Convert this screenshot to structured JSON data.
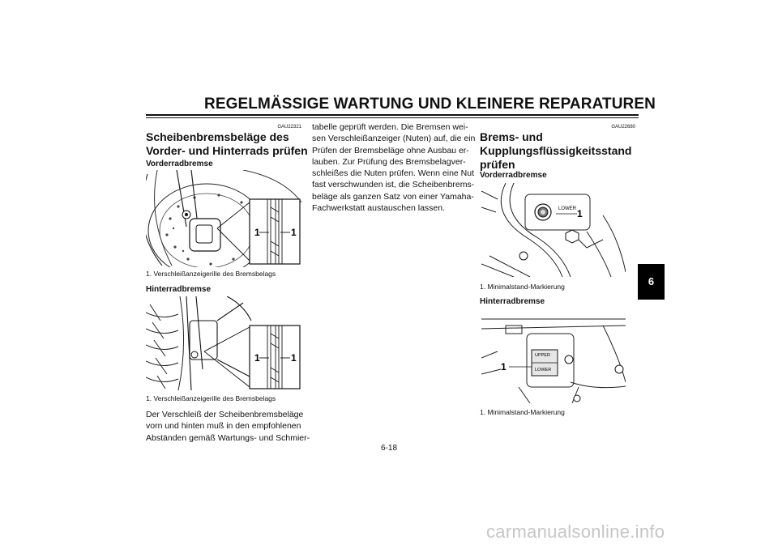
{
  "header": {
    "title": "REGELMÄSSIGE WARTUNG UND KLEINERE REPARATUREN"
  },
  "left_section": {
    "code": "GAU22321",
    "title_line1": "Scheibenbremsbeläge des",
    "title_line2": "Vorder- und Hinterrads prüfen",
    "front_heading": "Vorderradbremse",
    "front_figure": {
      "label_left": "1",
      "label_right": "1"
    },
    "front_caption": "1.  Verschleißanzeigerille des Bremsbelags",
    "rear_heading": "Hinterradbremse",
    "rear_figure": {
      "label_left": "1",
      "label_right": "1"
    },
    "rear_caption": "1.  Verschleißanzeigerille des Bremsbelags",
    "body_lines": [
      "Der Verschleiß der Scheibenbremsbeläge",
      "vorn und hinten muß in den empfohlenen",
      "Abständen gemäß Wartungs- und Schmier-"
    ]
  },
  "middle_column": {
    "body_lines": [
      "tabelle geprüft werden. Die Bremsen wei-",
      "sen Verschleißanzeiger (Nuten) auf, die ein",
      "Prüfen der Bremsbeläge ohne Ausbau er-",
      "lauben. Zur Prüfung des Bremsbelagver-",
      "schleißes die Nuten prüfen. Wenn eine Nut",
      "fast verschwunden ist, die Scheibenbrems-",
      "beläge als ganzen Satz von einer Yamaha-",
      "Fachwerkstatt austauschen lassen."
    ]
  },
  "right_section": {
    "code": "GAU22680",
    "title_line1": "Brems- und",
    "title_line2": "Kupplungsflüssigkeitsstand",
    "title_line3": "prüfen",
    "front_heading": "Vorderradbremse",
    "front_figure": {
      "lower_label": "LOWER",
      "marker": "1"
    },
    "front_caption": "1.  Minimalstand-Markierung",
    "rear_heading": "Hinterradbremse",
    "rear_figure": {
      "upper_label": "UPPER",
      "lower_label": "LOWER",
      "marker": "1"
    },
    "rear_caption": "1.  Minimalstand-Markierung"
  },
  "chapter_tab": "6",
  "page_number": "6-18",
  "watermark": "carmanualsonline.info"
}
